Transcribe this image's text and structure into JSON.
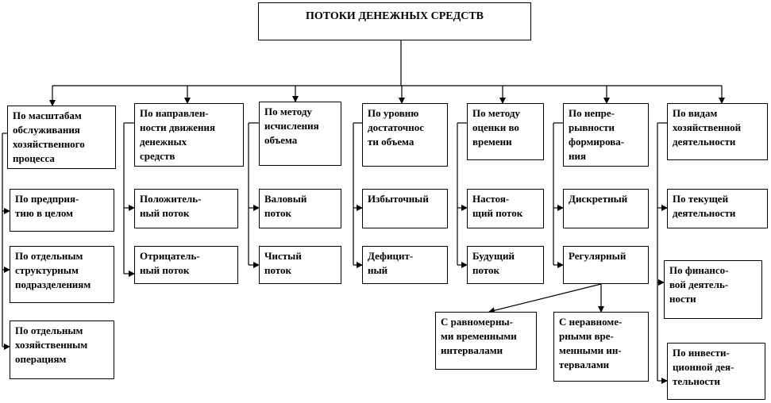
{
  "title": "ПОТОКИ ДЕНЕЖНЫХ СРЕДСТВ",
  "categories": [
    {
      "id": "c1",
      "heading": "По масштабам\nобслуживания\nхозяйственного\nпроцесса",
      "items": [
        "По предприя-\nтию в целом",
        "По отдельным\nструктурным\nподразделениям",
        "По отдельным\nхозяйственным\nоперациям"
      ]
    },
    {
      "id": "c2",
      "heading": "По направлен-\nности движения\nденежных\nсредств",
      "items": [
        "Положитель-\nный поток",
        "Отрицатель-\nный поток"
      ]
    },
    {
      "id": "c3",
      "heading": "По методу\nисчисления\nобъема",
      "items": [
        "Валовый\nпоток",
        "Чистый\nпоток"
      ]
    },
    {
      "id": "c4",
      "heading": "По уровню\nдостаточнос\nти объема",
      "items": [
        "Избыточный",
        "Дефицит-\nный"
      ]
    },
    {
      "id": "c5",
      "heading": "По методу\nоценки во\nвремени",
      "items": [
        "Настоя-\nщий поток",
        "Будущий\nпоток"
      ]
    },
    {
      "id": "c6",
      "heading": "По непре-\nрывности\nформирова-\nния",
      "items": [
        "Дискретный",
        "Регулярный"
      ],
      "sub_items": [
        "С равномерны-\nми временными\nинтервалами",
        "С неравноме-\nрными вре-\nменными ин-\nтервалами"
      ]
    },
    {
      "id": "c7",
      "heading": "По видам\nхозяйственной\nдеятельности",
      "items": [
        "По текущей\nдеятельности",
        "По финансо-\nвой деятель-\nности",
        "По инвести-\nционной дея-\nтельности"
      ]
    }
  ]
}
